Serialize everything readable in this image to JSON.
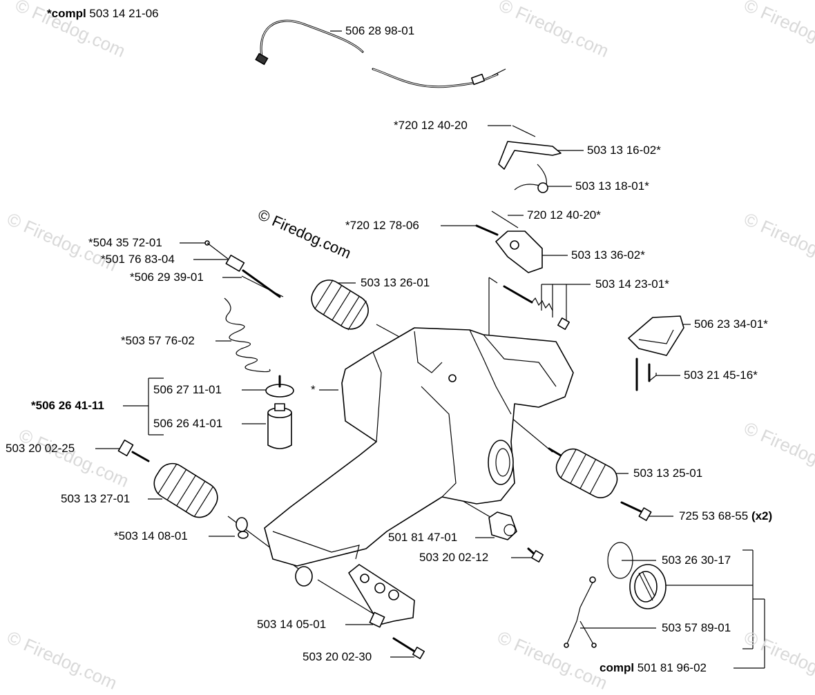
{
  "watermark": "© Firedog.com",
  "copyright_stamp": "© Firedog.com",
  "title": {
    "prefix": "*compl",
    "code": "503 14 21-06"
  },
  "labels": {
    "throttle_cable": "506 28 98-01",
    "pin_top": "*720 12 40-20",
    "lever": "503 13 16-02*",
    "spring": "503 13 18-01*",
    "pin_right": "720 12 40-20*",
    "pin_left": "*720 12 78-06",
    "trigger": "503 13 36-02*",
    "screw_504": "*504 35 72-01",
    "part_501": "*501 76 83-04",
    "part_506_29": "*506 29 39-01",
    "damper_top": "503 13 26-01",
    "lockout": "503 14 23-01*",
    "guard_plate": "506 23 34-01*",
    "coil_spring": "*503 57 76-02",
    "handle": "*",
    "screws_guard": "503 21 45-16*",
    "group_code": "*506 26 41-11",
    "cap": "506 27 11-01",
    "filter": "506 26 41-01",
    "bolt_25": "503 20 02-25",
    "damper_right": "503 13 25-01",
    "damper_left": "503 13 27-01",
    "bolt_x2": "725 53 68-55",
    "x2": "(x2)",
    "washer": "*503 14 08-01",
    "bushing": "501 81 47-01",
    "bolt_12": "503 20 02-12",
    "oring": "503 26 30-17",
    "fuel_cap": "503 57 89-01",
    "bracket": "503 14 05-01",
    "bolt_30": "503 20 02-30",
    "compl_prefix": "compl",
    "compl_code": "501 81 96-02"
  }
}
